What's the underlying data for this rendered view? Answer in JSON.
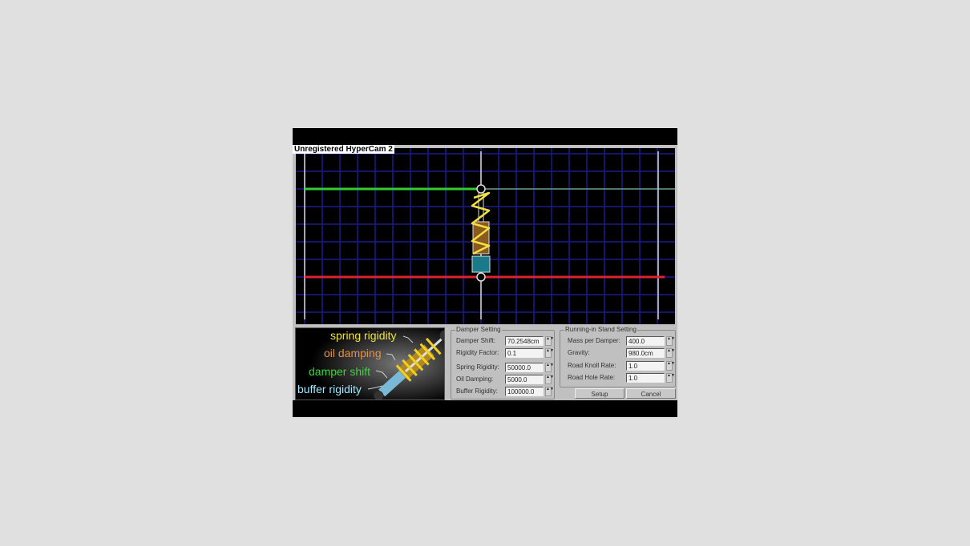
{
  "watermark": "Unregistered HyperCam 2",
  "viewport": {
    "colors": {
      "background": "#000000",
      "grid": "#1a1a8c",
      "guide_line": "#d8d8d8",
      "top_line": "#33cc33",
      "bottom_line": "#dd2233",
      "spring": "#f0e040",
      "damper_body": "#8a5a20",
      "buffer": "#1a7a8a"
    }
  },
  "illustration": {
    "labels": [
      {
        "text": "spring rigidity",
        "color": "#f0e040"
      },
      {
        "text": "oil damping",
        "color": "#e89040"
      },
      {
        "text": "damper shift",
        "color": "#40d040"
      },
      {
        "text": "buffer rigidity",
        "color": "#a0e8ff"
      }
    ]
  },
  "damper_setting": {
    "title": "Damper Setting",
    "fields": [
      {
        "label": "Damper Shift:",
        "value": "70.2548cm"
      },
      {
        "label": "Rigidity Factor:",
        "value": "0.1"
      },
      {
        "label": "Spring Rigidity:",
        "value": "50000.0"
      },
      {
        "label": "Oil Damping:",
        "value": "5000.0"
      },
      {
        "label": "Buffer Rigidity:",
        "value": "100000.0"
      }
    ]
  },
  "stand_setting": {
    "title": "Running-in Stand Setting",
    "fields": [
      {
        "label": "Mass per Damper:",
        "value": "400.0"
      },
      {
        "label": "Gravity:",
        "value": "980.0cm"
      },
      {
        "label": "Road Knoll Rate:",
        "value": "1.0"
      },
      {
        "label": "Road Hole Rate:",
        "value": "1.0"
      }
    ]
  },
  "buttons": {
    "setup": "Setup",
    "cancel": "Cancel"
  },
  "spinner_glyph": "▲▼"
}
